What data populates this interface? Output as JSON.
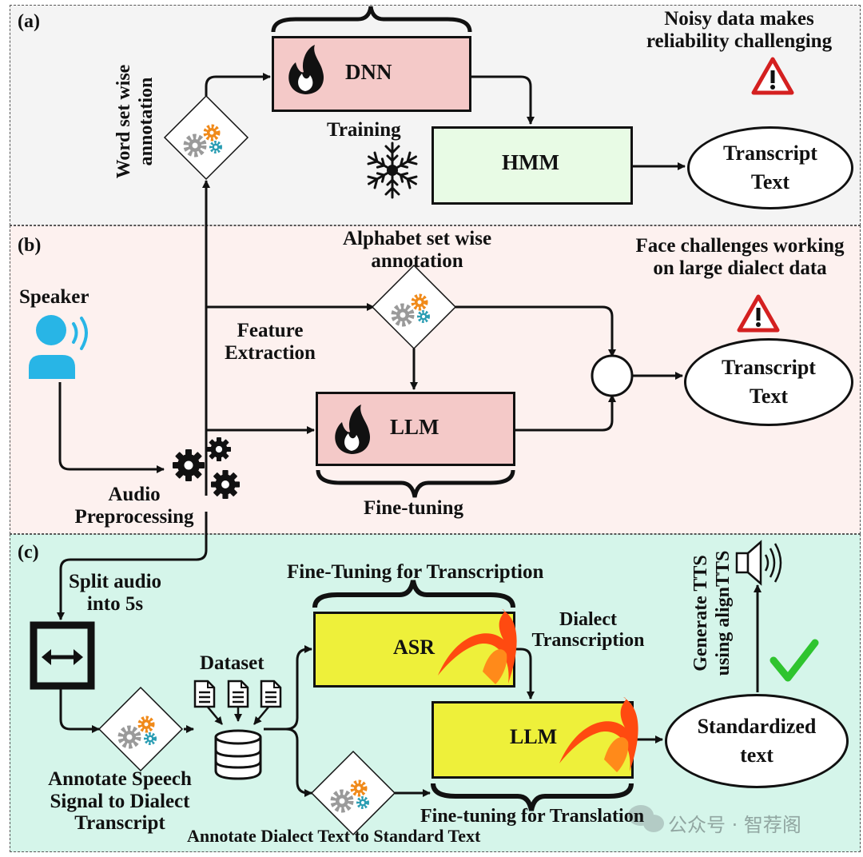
{
  "panels": {
    "a": {
      "label": "(a)",
      "bg": "#f4f4f4",
      "annotation_vertical": [
        "Word set wise",
        "annotation"
      ],
      "dnn_label": "DNN",
      "dnn_color": "#f4c9c8",
      "training_label": "Training",
      "hmm_label": "HMM",
      "hmm_color": "#e8fbe5",
      "output_line1": "Transcript",
      "output_line2": "Text",
      "warning_line1": "Noisy data makes",
      "warning_line2": "reliability challenging"
    },
    "b": {
      "label": "(b)",
      "bg": "#fdf1ef",
      "speaker_label": "Speaker",
      "annotation_line1": "Alphabet set wise",
      "annotation_line2": "annotation",
      "feature_line1": "Feature",
      "feature_line2": "Extraction",
      "audio_line1": "Audio",
      "audio_line2": "Preprocessing",
      "llm_label": "LLM",
      "llm_color": "#f4c9c8",
      "finetuning_label": "Fine-tuning",
      "output_line1": "Transcript",
      "output_line2": "Text",
      "warning_line1": "Face challenges working",
      "warning_line2": "on large dialect data"
    },
    "c": {
      "label": "(c)",
      "bg": "#d5f5ea",
      "split_line1": "Split audio",
      "split_line2": "into 5s",
      "dataset_label": "Dataset",
      "ft_transcription_label": "Fine-Tuning for Transcription",
      "asr_label": "ASR",
      "asr_color": "#eef03a",
      "dialect_line1": "Dialect",
      "dialect_line2": "Transcription",
      "llm_label": "LLM",
      "llm_color": "#eef03a",
      "ft_translation_label": "Fine-tuning for Translation",
      "annotate_speech_line1": "Annotate Speech",
      "annotate_speech_line2": "Signal to Dialect",
      "annotate_speech_line3": "Transcript",
      "annotate_text_label": "Annotate Dialect Text to Standard Text",
      "output_line1": "Standardized",
      "output_line2": "text",
      "tts_vertical": [
        "Generate TTS",
        "using alignTTS"
      ]
    }
  },
  "watermark": "公众号 · 智荐阁",
  "colors": {
    "flame_black": "#111111",
    "flame_orange": "#ff4a10",
    "gear_orange": "#f08a1a",
    "gear_teal": "#2a9db3",
    "gear_gray": "#9a9a9a",
    "speaker_blue": "#28b5e6",
    "warning_red": "#d42020",
    "check_green": "#2fc42f"
  },
  "icons": [
    "fire-icon",
    "snowflake-icon",
    "gears-icon",
    "speaker-icon",
    "warning-icon",
    "split-icon",
    "document-icon",
    "database-icon",
    "sound-icon",
    "check-icon",
    "wechat-icon"
  ]
}
